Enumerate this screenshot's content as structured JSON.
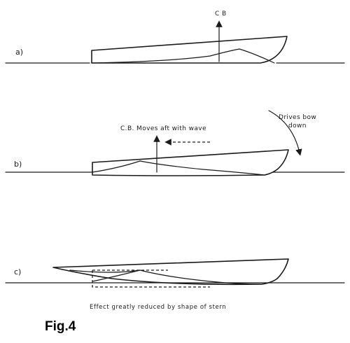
{
  "panels": {
    "a": {
      "label": "a)",
      "cb_label": "C B"
    },
    "b": {
      "label": "b)",
      "cb_label": "C.B. Moves aft with wave",
      "drive_label_line1": "Drives bow",
      "drive_label_line2": "down"
    },
    "c": {
      "label": "c)"
    }
  },
  "caption": "Effect greatly reduced by shape of stern",
  "figure_title": "Fig.4"
}
